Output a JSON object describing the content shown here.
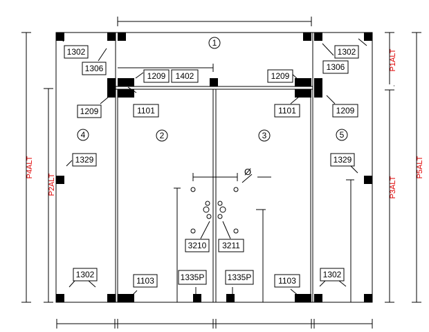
{
  "colors": {
    "line": "#000000",
    "alt_label": "#e00000",
    "background": "#ffffff"
  },
  "panel_numbers": {
    "top": "1",
    "center_left": "2",
    "center_right": "3",
    "left": "4",
    "right": "5"
  },
  "alt_labels": {
    "p1": "P1ALT",
    "p2": "P2ALT",
    "p3": "P3ALT",
    "p4": "P4ALT",
    "p5": "P5ALT"
  },
  "diameter_symbol": "Ø",
  "part_tags": {
    "t1302_top_left": "1302",
    "t1306_left": "1306",
    "t1209_left": "1209",
    "t1209_transom_left": "1209",
    "t1402": "1402",
    "t1209_transom_right": "1209",
    "t1302_top_right": "1302",
    "t1306_right": "1306",
    "t1101_left": "1101",
    "t1101_right": "1101",
    "t1209_right": "1209",
    "t1329_left": "1329",
    "t1329_right": "1329",
    "t3210": "3210",
    "t3211": "3211",
    "t1302_bottom_left": "1302",
    "t1103_left": "1103",
    "t1335p_left": "1335P",
    "t1335p_right": "1335P",
    "t1103_right": "1103",
    "t1302_bottom_right": "1302"
  }
}
